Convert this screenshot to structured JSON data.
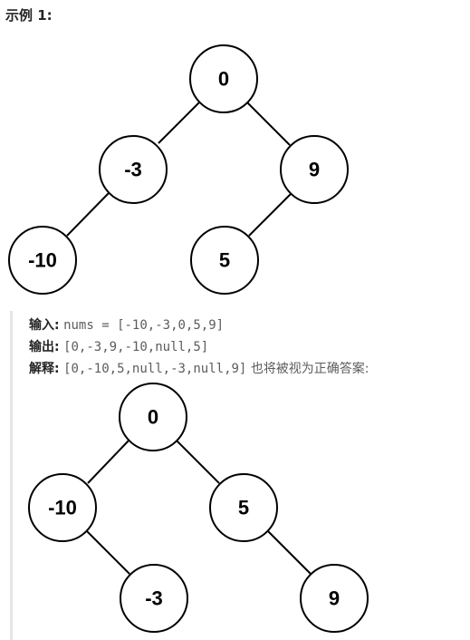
{
  "example": {
    "title": "示例 1:"
  },
  "tree_top": {
    "nodes": [
      {
        "id": "n0",
        "label": "0"
      },
      {
        "id": "n1",
        "label": "-3"
      },
      {
        "id": "n2",
        "label": "9"
      },
      {
        "id": "n3",
        "label": "-10"
      },
      {
        "id": "n4",
        "label": "5"
      }
    ]
  },
  "io": {
    "input_label": "输入:",
    "input_value": "nums = [-10,-3,0,5,9]",
    "output_label": "输出:",
    "output_value": "[0,-3,9,-10,null,5]",
    "explain_label": "解释:",
    "explain_value": "[0,-10,5,null,-3,null,9]",
    "explain_note": "也将被视为正确答案:"
  },
  "tree_bottom": {
    "nodes": [
      {
        "id": "m0",
        "label": "0"
      },
      {
        "id": "m1",
        "label": "-10"
      },
      {
        "id": "m2",
        "label": "5"
      },
      {
        "id": "m3",
        "label": "-3"
      },
      {
        "id": "m4",
        "label": "9"
      }
    ]
  }
}
